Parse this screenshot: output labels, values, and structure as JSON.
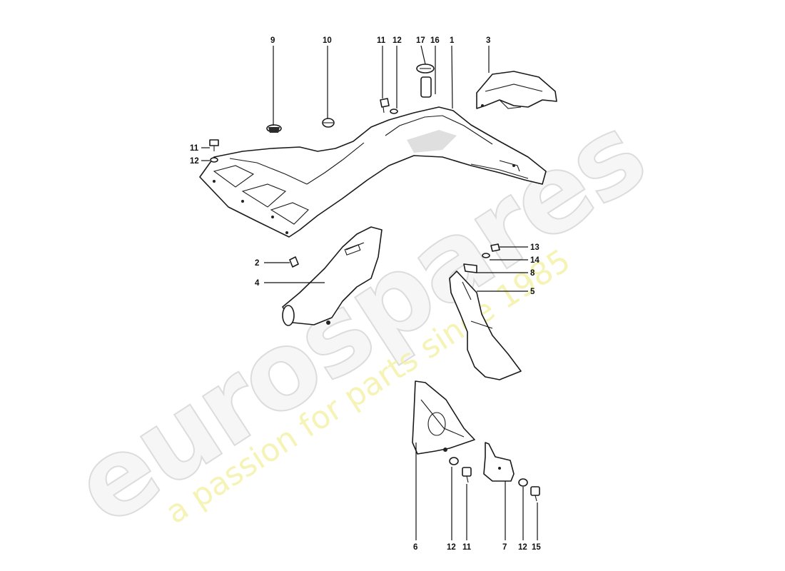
{
  "watermark": {
    "brand": "eurospares",
    "tagline": "a passion for parts since 1985"
  },
  "callouts": {
    "c9": "9",
    "c10": "10",
    "c11a": "11",
    "c12a": "12",
    "c17": "17",
    "c16": "16",
    "c1": "1",
    "c3": "3",
    "c11b": "11",
    "c12b": "12",
    "c2": "2",
    "c4": "4",
    "c13": "13",
    "c14": "14",
    "c8": "8",
    "c5": "5",
    "c6": "6",
    "c12c": "12",
    "c11c": "11",
    "c7": "7",
    "c12d": "12",
    "c15": "15"
  }
}
